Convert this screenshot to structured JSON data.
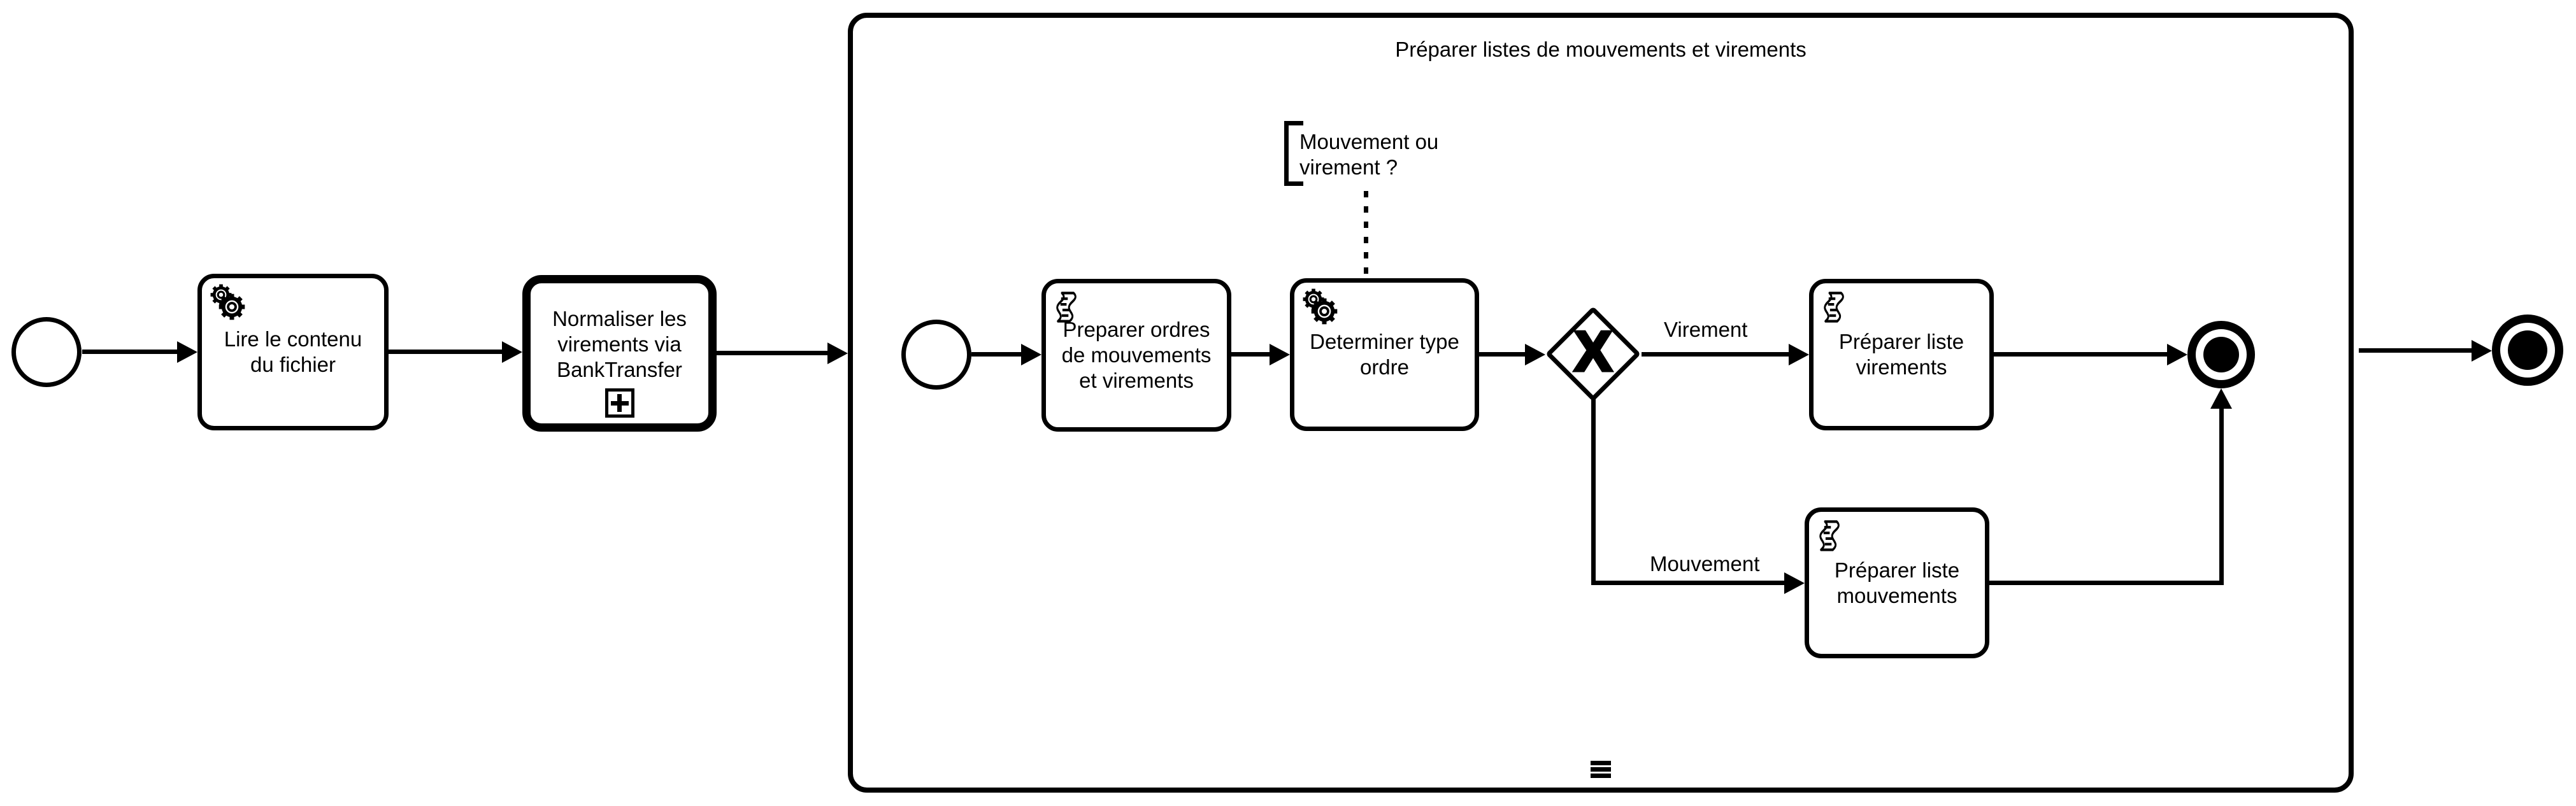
{
  "colors": {
    "stroke": "#000000",
    "fill": "#ffffff"
  },
  "main": {
    "task_read_file": "Lire le contenu du fichier",
    "task_normalize": "Normaliser les virements via BankTransfer"
  },
  "subprocess": {
    "title": "Préparer listes de mouvements et virements",
    "task_prepare_orders": "Preparer ordres de mouvements et virements",
    "task_determine_type": "Determiner type ordre",
    "task_prepare_virements": "Préparer liste virements",
    "task_prepare_mouvements": "Préparer liste mouvements",
    "gateway_label": "X",
    "flow_virement_label": "Virement",
    "flow_mouvement_label": "Mouvement",
    "annotation_text": "Mouvement ou virement ?"
  }
}
